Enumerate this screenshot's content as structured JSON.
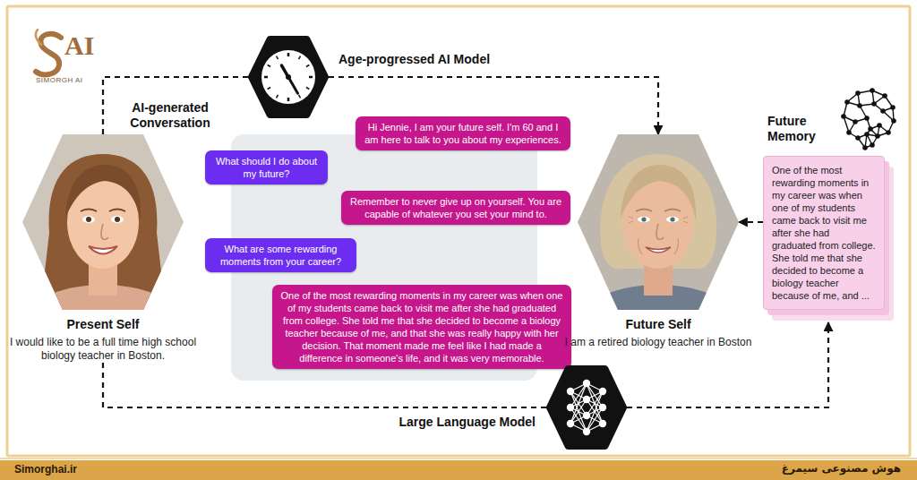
{
  "diagram": {
    "nodes": [
      {
        "text": [
          "Present Self",
          "I would like to be a full time high school biology teacher in Boston."
        ]
      },
      {
        "text": [
          "Age-progressed AI Model"
        ]
      },
      {
        "text": [
          "AI-generated Conversation"
        ]
      },
      {
        "text": [
          "Hi Jennie, I am your future self. I'm 60 and I am here to talk to you about my experiences."
        ],
        "in": 2
      },
      {
        "text": [
          "What should I do about my future?"
        ],
        "in": 2
      },
      {
        "text": [
          "Remember to never give up on yourself. You are capable of whatever you set your mind to."
        ],
        "in": 2
      },
      {
        "text": [
          "What are some rewarding moments from your career?"
        ],
        "in": 2
      },
      {
        "text": [
          "One of the most rewarding moments in my career was when one of my students came back to visit me after she had graduated from college. She told me that she decided to become a biology teacher because of me, and that she was really happy with her decision. That moment made me feel like I had made a difference in someone's life, and it was very memorable."
        ],
        "in": 2
      },
      {
        "text": [
          "Future Self",
          "I am a retired biology teacher in Boston"
        ]
      },
      {
        "text": [
          "Future Memory",
          "One of the most rewarding moments in my career was when one of my students came back to visit me after she had graduated from college. She told me that she decided to become a biology teacher because of me, and ..."
        ]
      },
      {
        "text": [
          "Large Language Model"
        ]
      }
    ],
    "edges": [
      {
        "from": 0,
        "to": 1,
        "arrow": "none"
      },
      {
        "from": 1,
        "to": 8,
        "arrow": "to"
      },
      {
        "from": 0,
        "to": 10,
        "arrow": "none"
      },
      {
        "from": 10,
        "to": 9,
        "arrow": "to"
      },
      {
        "from": 9,
        "to": 8,
        "arrow": "to"
      }
    ],
    "labels": [
      "AI",
      "SIMORGH AI",
      "Simorghai.ir",
      "هوش مصنوعی سیمرغ"
    ]
  }
}
